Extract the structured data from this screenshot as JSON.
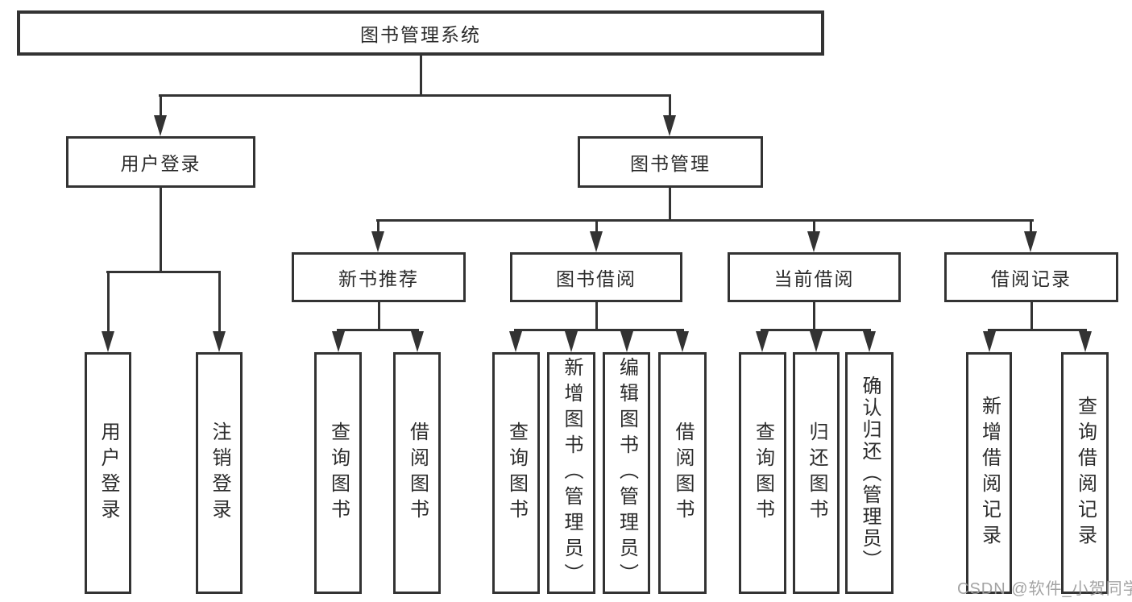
{
  "diagram": {
    "type": "hierarchy-tree",
    "watermark": "CSDN @软件_小贺同学",
    "colors": {
      "background": "#ffffff",
      "box_fill": "#ffffff",
      "box_border": "#333333",
      "line": "#333333",
      "text": "#2b2b2b",
      "watermark_text": "#9e9e9e"
    },
    "tree": {
      "label": "图书管理系统",
      "children": [
        {
          "label": "用户登录",
          "children": [
            {
              "label": "用户登录"
            },
            {
              "label": "注销登录"
            }
          ]
        },
        {
          "label": "图书管理",
          "children": [
            {
              "label": "新书推荐",
              "children": [
                {
                  "label": "查询图书"
                },
                {
                  "label": "借阅图书"
                }
              ]
            },
            {
              "label": "图书借阅",
              "children": [
                {
                  "label": "查询图书"
                },
                {
                  "label": "新增图书（管理员）"
                },
                {
                  "label": "编辑图书（管理员）"
                },
                {
                  "label": "借阅图书"
                }
              ]
            },
            {
              "label": "当前借阅",
              "children": [
                {
                  "label": "查询图书"
                },
                {
                  "label": "归还图书"
                },
                {
                  "label": "确认归还（管理员）"
                }
              ]
            },
            {
              "label": "借阅记录",
              "children": [
                {
                  "label": "新增借阅记录"
                },
                {
                  "label": "查询借阅记录"
                }
              ]
            }
          ]
        }
      ]
    }
  }
}
